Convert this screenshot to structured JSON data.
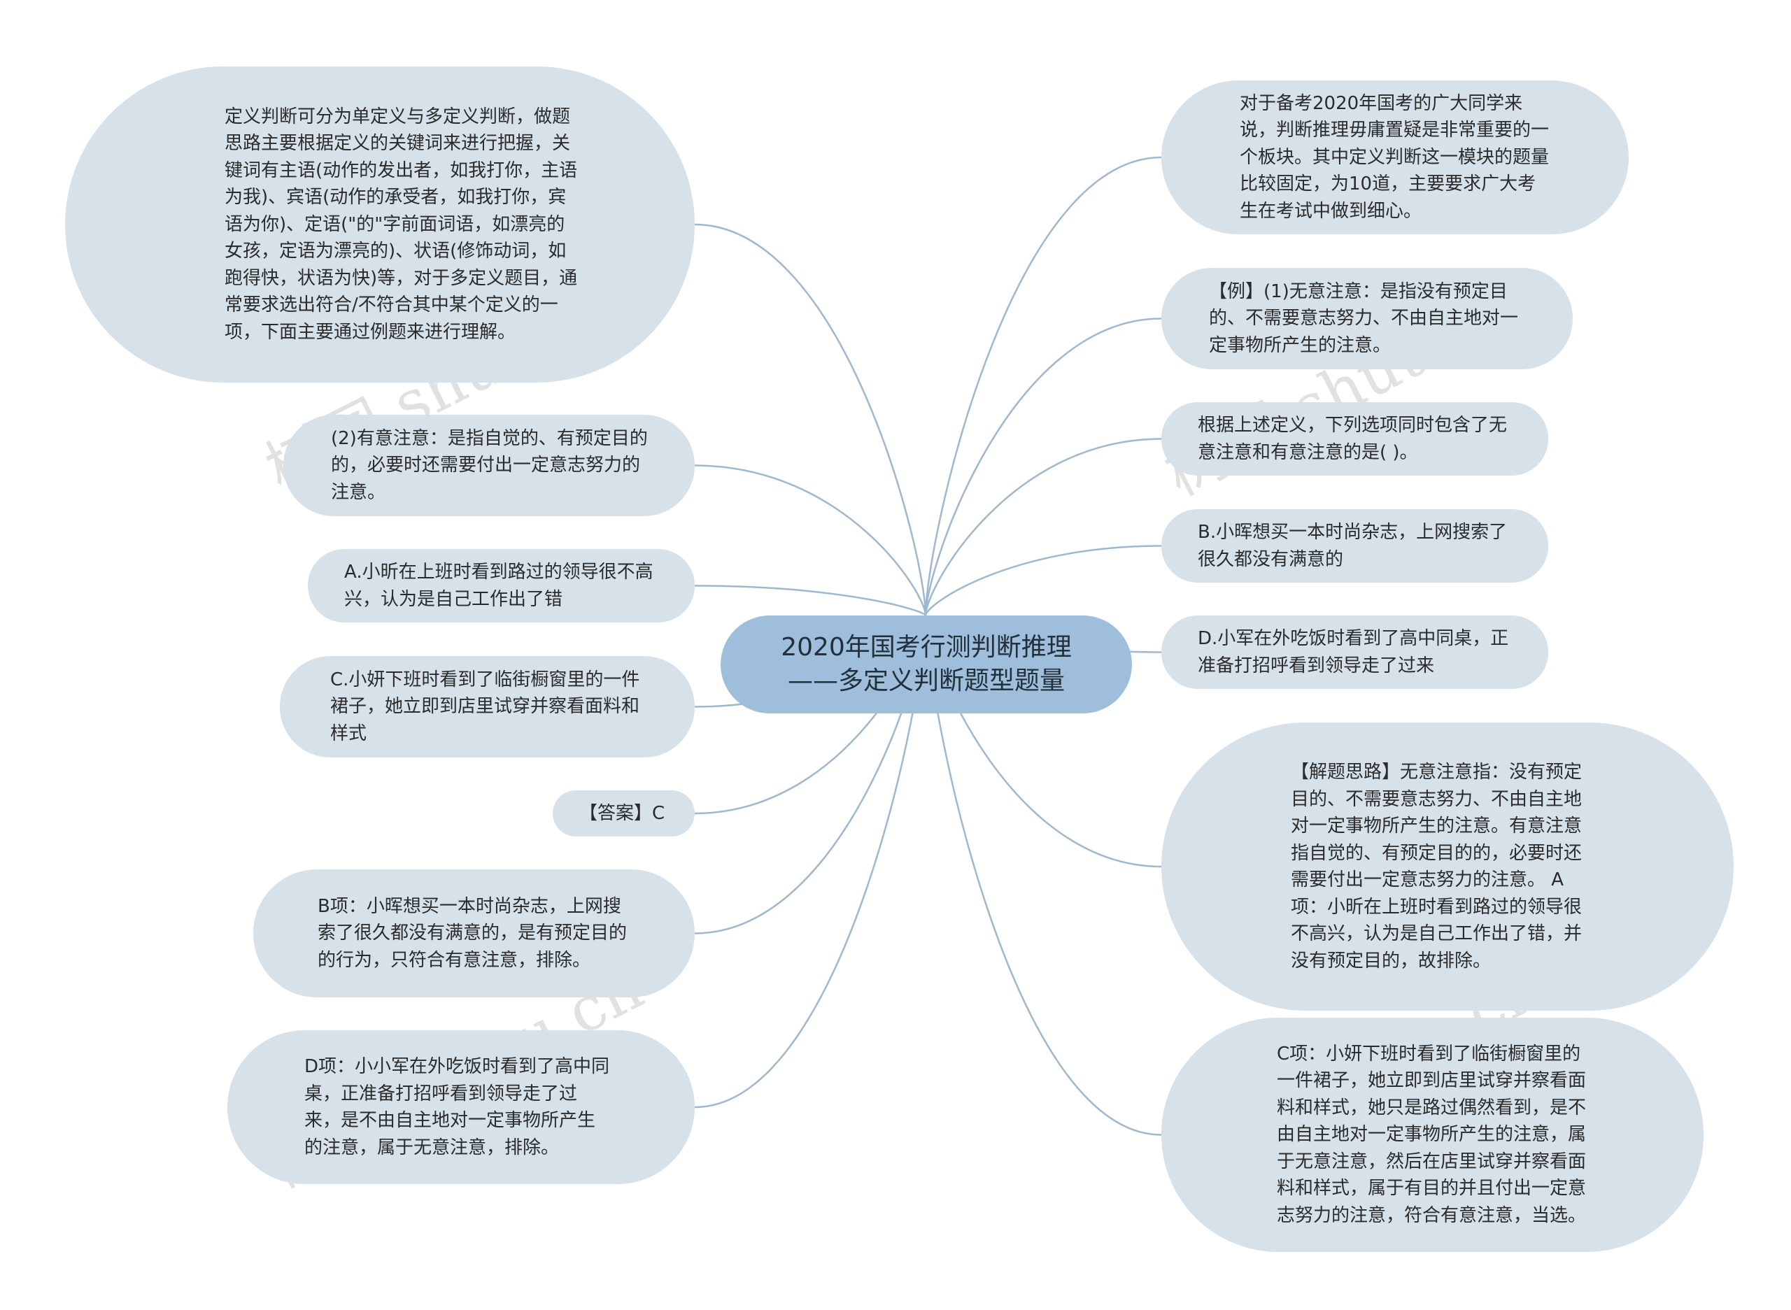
{
  "center": {
    "title": "2020年国考行测判断推理\n——多定义判断题型题量"
  },
  "left_nodes": [
    "定义判断可分为单定义与多定义判断，做题思路主要根据定义的关键词来进行把握，关键词有主语(动作的发出者，如我打你，主语为我)、宾语(动作的承受者，如我打你，宾语为你)、定语(\"的\"字前面词语，如漂亮的女孩，定语为漂亮的)、状语(修饰动词，如跑得快，状语为快)等，对于多定义题目，通常要求选出符合/不符合其中某个定义的一项，下面主要通过例题来进行理解。",
    "(2)有意注意：是指自觉的、有预定目的的，必要时还需要付出一定意志努力的注意。",
    "A.小昕在上班时看到路过的领导很不高兴，认为是自己工作出了错",
    "C.小妍下班时看到了临街橱窗里的一件裙子，她立即到店里试穿并察看面料和样式",
    "【答案】C",
    "B项：小晖想买一本时尚杂志，上网搜索了很久都没有满意的，是有预定目的的行为，只符合有意注意，排除。",
    "D项：小小军在外吃饭时看到了高中同桌，正准备打招呼看到领导走了过来，是不由自主地对一定事物所产生的注意，属于无意注意，排除。"
  ],
  "right_nodes": [
    "对于备考2020年国考的广大同学来说，判断推理毋庸置疑是非常重要的一个板块。其中定义判断这一模块的题量比较固定，为10道，主要要求广大考生在考试中做到细心。",
    "【例】(1)无意注意：是指没有预定目的、不需要意志努力、不由自主地对一定事物所产生的注意。",
    "根据上述定义，下列选项同时包含了无意注意和有意注意的是( )。",
    "B.小晖想买一本时尚杂志，上网搜索了很久都没有满意的",
    "D.小军在外吃饭时看到了高中同桌，正准备打招呼看到领导走了过来",
    "【解题思路】无意注意指：没有预定目的、不需要意志努力、不由自主地对一定事物所产生的注意。有意注意指自觉的、有预定目的的，必要时还需要付出一定意志努力的注意。 A项：小昕在上班时看到路过的领导很不高兴，认为是自己工作出了错，并没有预定目的，故排除。",
    "C项：小妍下班时看到了临街橱窗里的一件裙子，她立即到店里试穿并察看面料和样式，她只是路过偶然看到，是不由自主地对一定事物所产生的注意，属于无意注意，然后在店里试穿并察看面料和样式，属于有目的并且付出一定意志努力的注意，符合有意注意，当选。"
  ],
  "watermarks": [
    "树图 shutu.cn",
    "树图 shutu.cn",
    "树图 shutu.cn",
    "树图 shutu.cn"
  ],
  "colors": {
    "node_fill": "#d6e1ea",
    "center_fill": "#9ebedb",
    "link": "#9db8cf"
  }
}
